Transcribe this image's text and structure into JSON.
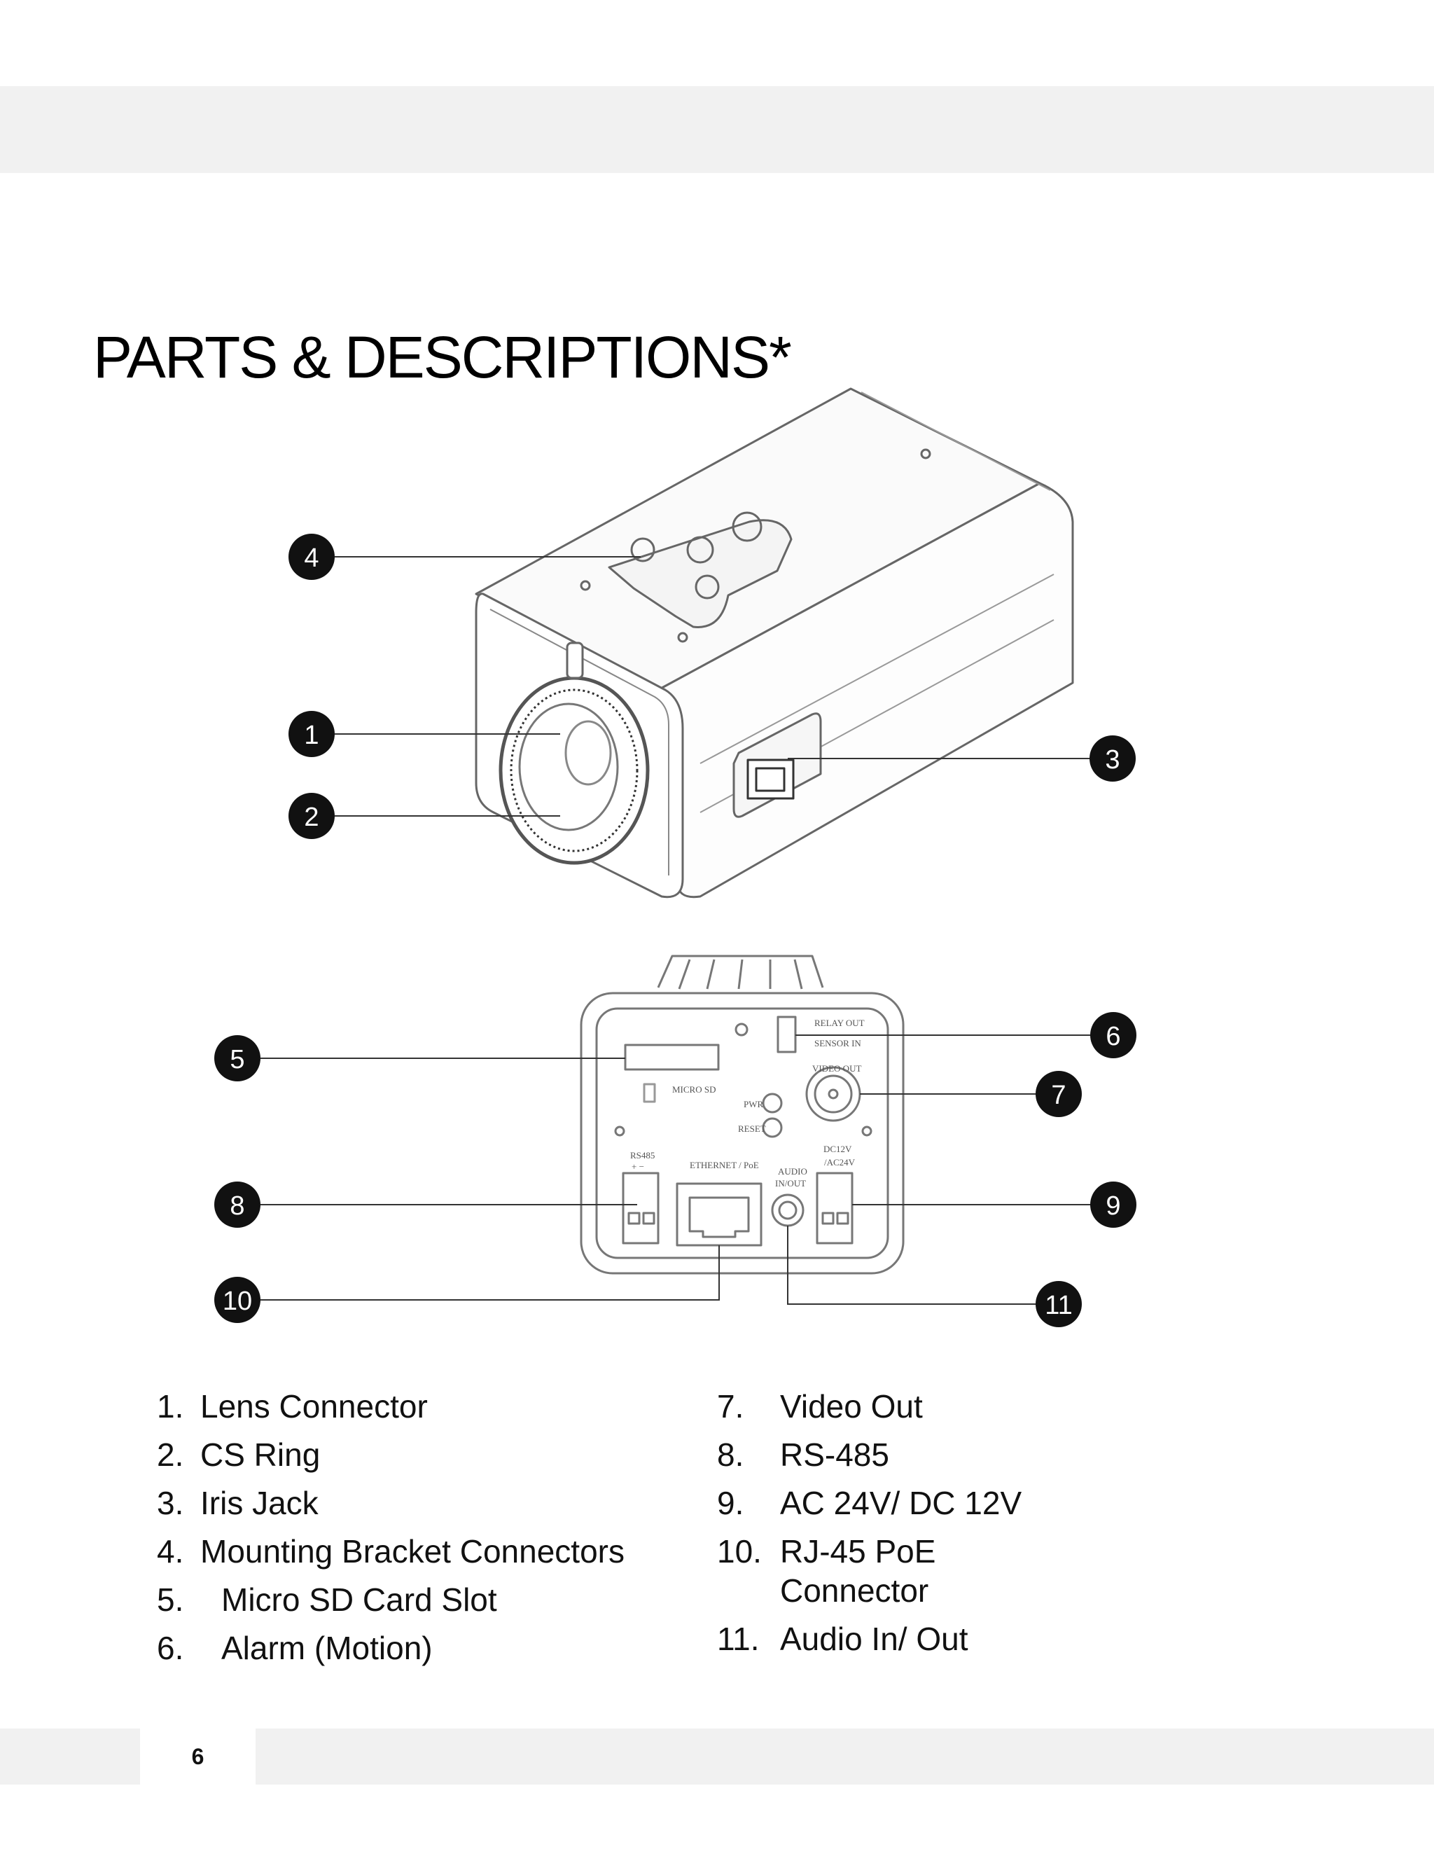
{
  "page": {
    "title": "PARTS & DESCRIPTIONS*",
    "page_number": "6"
  },
  "callouts": [
    "1",
    "2",
    "3",
    "4",
    "5",
    "6",
    "7",
    "8",
    "9",
    "10",
    "11"
  ],
  "rear_panel_labels": {
    "relay_out": "RELAY OUT",
    "sensor_in": "SENSOR IN",
    "video_out": "VIDEO OUT",
    "micro_sd": "MICRO SD",
    "pwr": "PWR",
    "reset": "RESET",
    "rs485": "RS485",
    "rs485_polarity": "+  −",
    "ethernet": "ETHERNET / PoE",
    "audio_line1": "AUDIO",
    "audio_line2": "IN/OUT",
    "power_line1": "DC12V",
    "power_line2": "/AC24V"
  },
  "parts_left": [
    {
      "num": "1.",
      "label": "Lens Connector"
    },
    {
      "num": "2.",
      "label": "CS Ring"
    },
    {
      "num": "3.",
      "label": "Iris Jack"
    },
    {
      "num": "4.",
      "label": "Mounting Bracket Connectors"
    },
    {
      "num": "5.",
      "label": "Micro SD Card Slot"
    },
    {
      "num": "6.",
      "label": "Alarm (Motion)"
    }
  ],
  "parts_right": [
    {
      "num": "7.",
      "label": "Video Out"
    },
    {
      "num": "8.",
      "label": "RS-485"
    },
    {
      "num": "9.",
      "label": "AC 24V/ DC 12V"
    },
    {
      "num": "10.",
      "label": "RJ-45 PoE Connector"
    },
    {
      "num": "11.",
      "label": "Audio In/ Out"
    }
  ]
}
